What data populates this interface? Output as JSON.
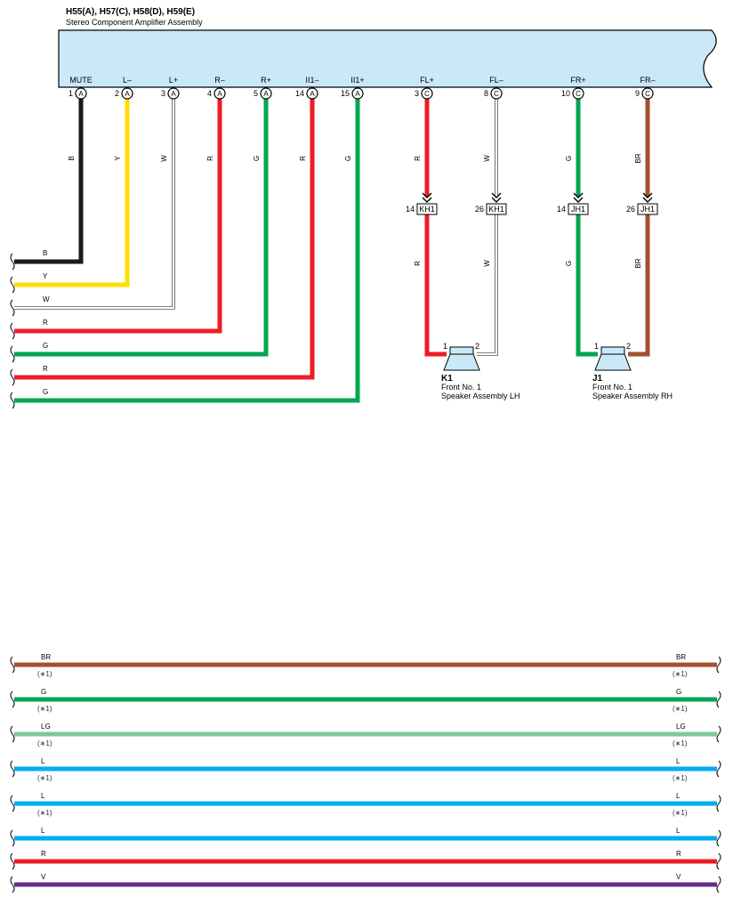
{
  "header": {
    "connectors": "H55(A), H57(C), H58(D), H59(E)",
    "component": "Stereo Component Amplifier Assembly"
  },
  "colors": {
    "B": "#1a1a1a",
    "Y": "#ffdd00",
    "W": "#ffffff",
    "R": "#ee1c25",
    "G": "#00a651",
    "BR": "#a0522d",
    "LG": "#7fc89a",
    "L": "#00aeef",
    "V": "#662d91",
    "amp_fill": "#c9e9f8"
  },
  "amp_pins": [
    {
      "id": "mute",
      "label": "MUTE",
      "num": "1",
      "conn": "A",
      "wire": "B"
    },
    {
      "id": "l-minus",
      "label": "L–",
      "num": "2",
      "conn": "A",
      "wire": "Y"
    },
    {
      "id": "l-plus",
      "label": "L+",
      "num": "3",
      "conn": "A",
      "wire": "W"
    },
    {
      "id": "r-minus",
      "label": "R–",
      "num": "4",
      "conn": "A",
      "wire": "R"
    },
    {
      "id": "r-plus",
      "label": "R+",
      "num": "5",
      "conn": "A",
      "wire": "G"
    },
    {
      "id": "ii1-minus",
      "label": "II1–",
      "num": "14",
      "conn": "A",
      "wire": "R"
    },
    {
      "id": "ii1-plus",
      "label": "II1+",
      "num": "15",
      "conn": "A",
      "wire": "G"
    },
    {
      "id": "fl-plus",
      "label": "FL+",
      "num": "3",
      "conn": "C",
      "wire": "R"
    },
    {
      "id": "fl-minus",
      "label": "FL–",
      "num": "8",
      "conn": "C",
      "wire": "W"
    },
    {
      "id": "fr-plus",
      "label": "FR+",
      "num": "10",
      "conn": "C",
      "wire": "G"
    },
    {
      "id": "fr-minus",
      "label": "FR–",
      "num": "9",
      "conn": "C",
      "wire": "BR"
    }
  ],
  "left_exits": [
    "B",
    "Y",
    "W",
    "R",
    "G",
    "R",
    "G"
  ],
  "inline_connectors": [
    {
      "num": "14",
      "code": "KH1",
      "wire": "R"
    },
    {
      "num": "26",
      "code": "KH1",
      "wire": "W"
    },
    {
      "num": "14",
      "code": "JH1",
      "wire": "G"
    },
    {
      "num": "26",
      "code": "JH1",
      "wire": "BR"
    }
  ],
  "speakers": [
    {
      "code": "K1",
      "name1": "Front No.  1",
      "name2": "Speaker Assembly LH",
      "pin1": "1",
      "pin2": "2"
    },
    {
      "code": "J1",
      "name1": "Front No.  1",
      "name2": "Speaker Assembly RH",
      "pin1": "1",
      "pin2": "2"
    }
  ],
  "bottom_wires": [
    {
      "color": "BR",
      "note": "(∗1)"
    },
    {
      "color": "G",
      "note": "(∗1)"
    },
    {
      "color": "LG",
      "note": "(∗1)"
    },
    {
      "color": "L",
      "note": "(∗1)"
    },
    {
      "color": "L",
      "note": "(∗1)"
    },
    {
      "color": "L",
      "note": ""
    },
    {
      "color": "R",
      "note": ""
    },
    {
      "color": "V",
      "note": ""
    }
  ]
}
